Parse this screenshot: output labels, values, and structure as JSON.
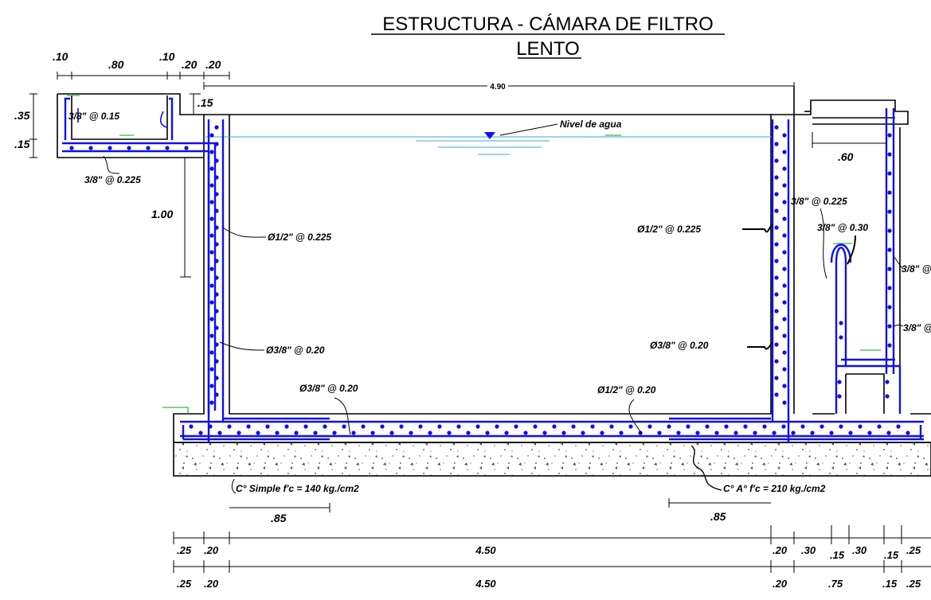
{
  "title": {
    "line1": "ESTRUCTURA - CÁMARA DE FILTRO",
    "line2": "LENTO"
  },
  "top_dims": {
    "d1": ".10",
    "d2": ".80",
    "d3": ".10",
    "d4": ".20",
    "d5": ".20",
    "overall": "4.90"
  },
  "left_dims": {
    "d35": ".35",
    "d15": ".15",
    "d15b": ".15",
    "d100": "1.00"
  },
  "labels": {
    "water": "Nivel de agua",
    "r_canal_top": "3/8\" @ 0.15",
    "r_canal_bot": "3/8\" @ 0.225",
    "r_wall_l_v": "Ø1/2\" @ 0.225",
    "r_wall_l_h": "Ø3/8\" @ 0.20",
    "r_slab_l": "Ø3/8\" @ 0.20",
    "r_slab_r": "Ø1/2\" @ 0.20",
    "r_wall_r_v": "Ø1/2\" @ 0.225",
    "r_wall_r_h": "Ø3/8\" @ 0.20",
    "r_chamber_1": "3/8\" @ 0.225",
    "r_chamber_2": "3/8\" @ 0.30",
    "r_edge_1": "3/8\" @",
    "r_edge_2": "3/8\" @",
    "dim_60": ".60",
    "concrete_simple": "C° Simple f'c = 140 kg./cm2",
    "concrete_reinforced": "C° A° f'c = 210 kg./cm2",
    "dim_85_l": ".85",
    "dim_85_r": ".85"
  },
  "bottom_dims_1": [
    ".25",
    ".20",
    "4.50",
    ".20",
    ".30",
    ".15",
    ".30",
    ".15",
    ".25"
  ],
  "bottom_dims_2": [
    ".25",
    ".20",
    "4.50",
    ".20",
    ".75",
    ".15",
    ".25"
  ],
  "colors": {
    "rebar": "#1010ee",
    "water": "#33aadd",
    "tag": "#00aa00",
    "line": "#000000"
  }
}
